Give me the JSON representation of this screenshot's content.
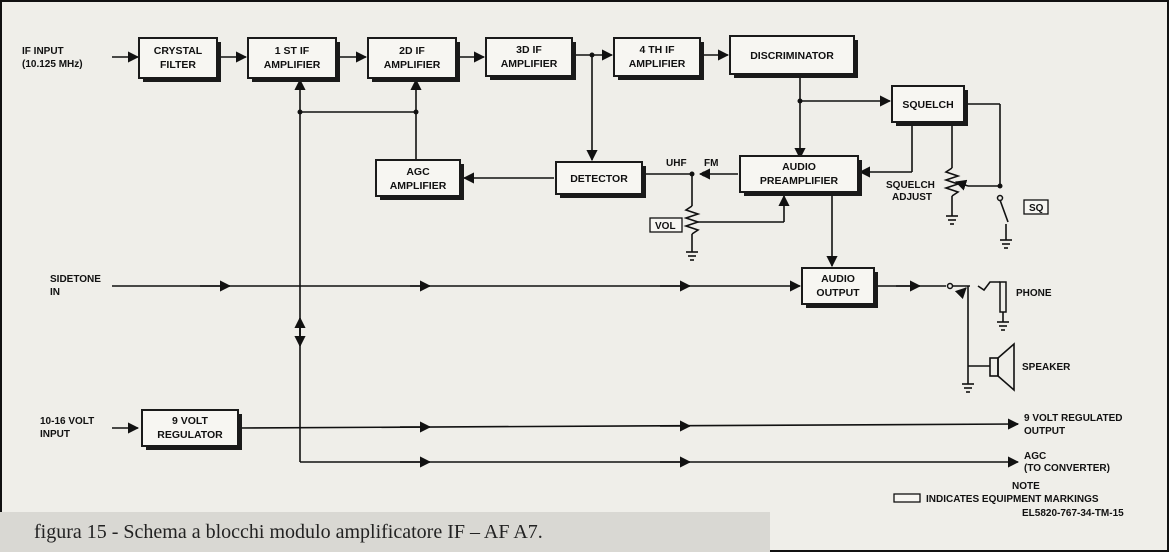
{
  "blocks": {
    "crystal_filter": [
      "CRYSTAL",
      "FILTER"
    ],
    "if_amp_1": [
      "1 ST IF",
      "AMPLIFIER"
    ],
    "if_amp_2": [
      "2D IF",
      "AMPLIFIER"
    ],
    "if_amp_3": [
      "3D IF",
      "AMPLIFIER"
    ],
    "if_amp_4": [
      "4 TH IF",
      "AMPLIFIER"
    ],
    "discriminator": [
      "DISCRIMINATOR"
    ],
    "squelch": [
      "SQUELCH"
    ],
    "agc_amplifier": [
      "AGC",
      "AMPLIFIER"
    ],
    "detector": [
      "DETECTOR"
    ],
    "audio_preamplifier": [
      "AUDIO",
      "PREAMPLIFIER"
    ],
    "audio_output": [
      "AUDIO",
      "OUTPUT"
    ],
    "regulator": [
      "9 VOLT",
      "REGULATOR"
    ]
  },
  "labels": {
    "if_input": [
      "IF INPUT",
      "(10.125 MHz)"
    ],
    "sidetone_in": [
      "SIDETONE",
      "IN"
    ],
    "volt_input": [
      "10-16 VOLT",
      "INPUT"
    ],
    "uhf": "UHF",
    "fm": "FM",
    "vol": "VOL",
    "squelch_adjust": [
      "SQUELCH",
      "ADJUST"
    ],
    "sq": "SQ",
    "phone": "PHONE",
    "speaker": "SPEAKER",
    "regulated_output": [
      "9 VOLT REGULATED",
      "OUTPUT"
    ],
    "agc_converter": [
      "AGC",
      "(TO CONVERTER)"
    ],
    "note": "NOTE",
    "note_text": "INDICATES EQUIPMENT MARKINGS",
    "drawing_id": "EL5820-767-34-TM-15"
  },
  "caption": "figura 15 - Schema a blocchi modulo amplificatore IF – AF A7."
}
